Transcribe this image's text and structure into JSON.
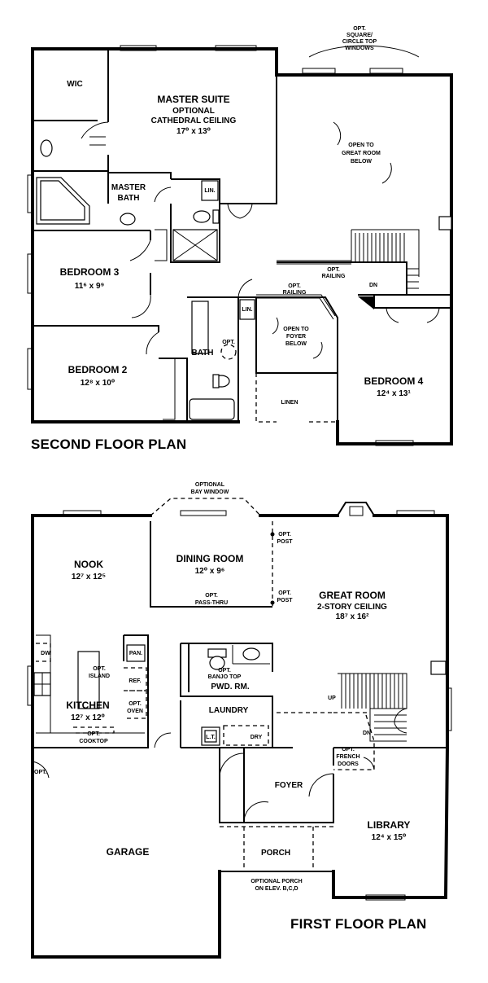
{
  "second_floor": {
    "title": "SECOND FLOOR PLAN",
    "rooms": {
      "wic": "WIC",
      "master_suite": "MASTER SUITE",
      "master_suite_note_1": "OPTIONAL",
      "master_suite_note_2": "CATHEDRAL CEILING",
      "master_suite_dim": "17⁰ x 13⁰",
      "master_bath_1": "MASTER",
      "master_bath_2": "BATH",
      "lin_1": "LIN.",
      "lin_2": "LIN.",
      "bedroom3": "BEDROOM 3",
      "bedroom3_dim": "11⁶ x 9⁹",
      "bath": "BATH",
      "bedroom2": "BEDROOM 2",
      "bedroom2_dim": "12⁸ x 10⁰",
      "bedroom4": "BEDROOM 4",
      "bedroom4_dim": "12⁴ x 13¹",
      "linen": "LINEN"
    },
    "notes": {
      "square_windows": [
        "OPT.",
        "SQUARE/",
        "CIRCLE TOP",
        "WINDOWS"
      ],
      "open_great_room": [
        "OPEN TO",
        "GREAT ROOM",
        "BELOW"
      ],
      "open_foyer": [
        "OPEN TO",
        "FOYER",
        "BELOW"
      ],
      "opt_railing_1": [
        "OPT.",
        "RAILING"
      ],
      "opt_railing_2": [
        "OPT.",
        "RAILING"
      ],
      "opt_tub": [
        "OPT."
      ],
      "dn": "DN"
    }
  },
  "first_floor": {
    "title": "FIRST FLOOR PLAN",
    "rooms": {
      "nook": "NOOK",
      "nook_dim": "12⁷ x 12⁵",
      "dining_room": "DINING ROOM",
      "dining_room_dim": "12⁰ x 9⁶",
      "great_room": "GREAT ROOM",
      "great_room_note": "2-STORY CEILING",
      "great_room_dim": "18⁷ x 16²",
      "kitchen": "KITCHEN",
      "kitchen_dim": "12⁷ x 12⁰",
      "pwd_rm": "PWD. RM.",
      "laundry": "LAUNDRY",
      "foyer": "FOYER",
      "library": "LIBRARY",
      "library_dim": "12⁴ x 15⁰",
      "garage": "GARAGE",
      "porch": "PORCH",
      "pan": "PAN.",
      "dw": "DW",
      "ref": "REF.",
      "lt": "L.T.",
      "dry": "DRY"
    },
    "notes": {
      "bay_window": [
        "OPTIONAL",
        "BAY WINDOW"
      ],
      "opt_post_1": [
        "OPT.",
        "POST"
      ],
      "opt_post_2": [
        "OPT.",
        "POST"
      ],
      "pass_thru": [
        "OPT.",
        "PASS-THRU"
      ],
      "opt_island": [
        "OPT.",
        "ISLAND"
      ],
      "opt_oven": [
        "OPT.",
        "OVEN"
      ],
      "opt_cooktop": [
        "OPT.",
        "COOKTOP"
      ],
      "banjo_top": [
        "OPT.",
        "BANJO TOP"
      ],
      "french_doors": [
        "OPT.",
        "FRENCH",
        "DOORS"
      ],
      "optional_porch": [
        "OPTIONAL PORCH",
        "ON ELEV. B,C,D"
      ],
      "garage_opt": [
        "OPT."
      ],
      "up": "UP",
      "dn": "DN"
    }
  }
}
